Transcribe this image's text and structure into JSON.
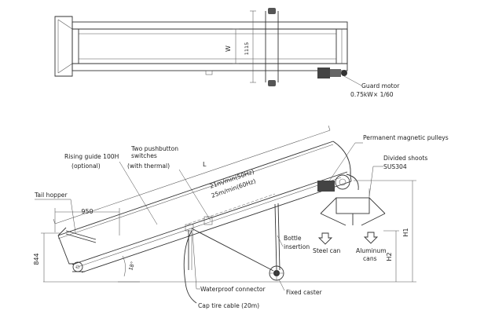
{
  "labels": {
    "guard_motor": "Guard motor",
    "motor_spec": "0.75kW× 1/60",
    "permanent_magnetic_pulleys": "Permanent magnetic pulleys",
    "divided_shoots": "Divided shoots",
    "sus304": "SUS304",
    "two_pushbutton_switches_1": "Two pushbutton",
    "two_pushbutton_switches_2": "switches",
    "with_thermal": "(with thermal)",
    "rising_guide": "Rising guide 100H",
    "optional": "(optional)",
    "tail_hopper": "Tail hopper",
    "speed_50hz": "21m/min(50Hz)",
    "speed_60hz": "25m/min(60Hz)",
    "bottle_insertion_1": "Bottle",
    "bottle_insertion_2": "insertion",
    "steel_can": "Steel can",
    "aluminum_cans_1": "Aluminum",
    "aluminum_cans_2": "cans",
    "waterproof_connector": "Waterproof connector",
    "fixed_caster": "Fixed caster",
    "cap_tire_cable": "Cap tire cable (20m)"
  },
  "dimensions": {
    "width_w": "W",
    "plan_width": "1115",
    "hopper_length": "950",
    "tail_height": "844",
    "angle": "18°",
    "length_l": "L",
    "h1": "H1",
    "h2": "H2"
  }
}
